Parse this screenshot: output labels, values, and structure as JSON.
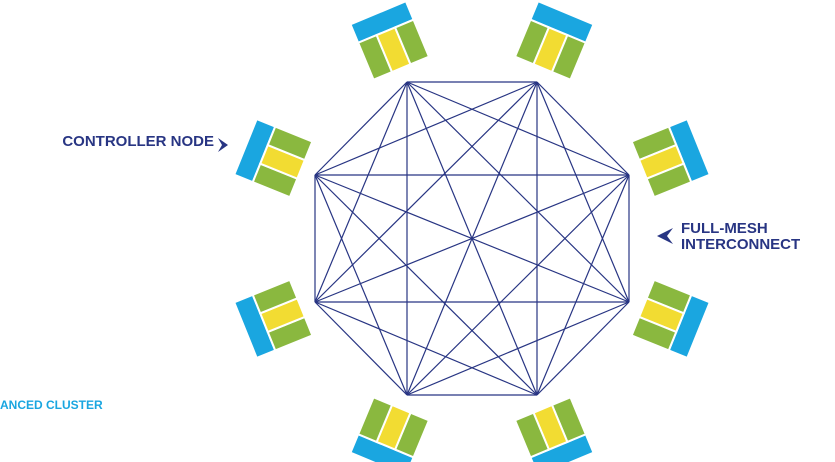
{
  "labels": {
    "controller": "CONTROLLER NODE",
    "mesh_line1": "FULL-MESH",
    "mesh_line2": "INTERCONNECT",
    "cluster": "ANCED CLUSTER"
  },
  "node_count": 8,
  "colors": {
    "mesh_line": "#283583",
    "label_dark": "#283583",
    "label_light": "#1aa6e0",
    "node_blue": "#1aa6e0",
    "node_green": "#8ab83f",
    "node_yellow": "#f2dc32",
    "arrow": "#283583"
  },
  "icons": {
    "controller_arrow": "arrow-right-icon",
    "mesh_arrow": "arrow-left-icon"
  }
}
